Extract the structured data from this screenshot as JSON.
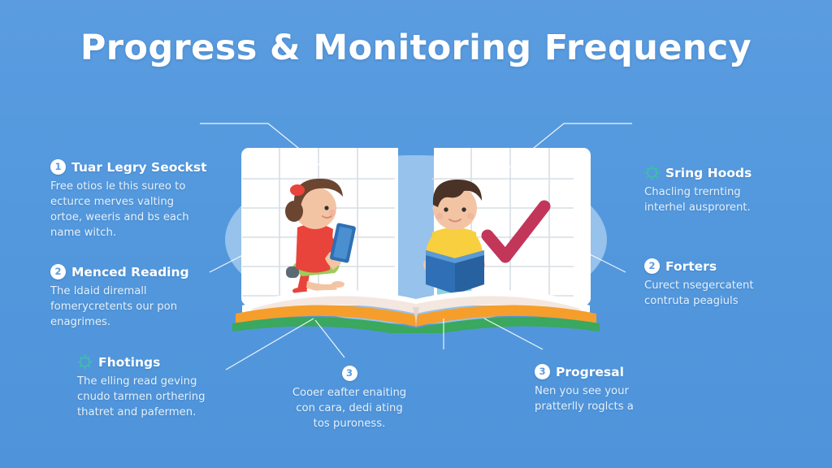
{
  "page": {
    "title": "Progress & Monitoring Frequency",
    "background_color": "#5599dd",
    "title_color": "#ffffff",
    "body_text_color": "#e4f0fb",
    "badge_color": "#ffffff",
    "badge_number_color": "#5b9ce0",
    "icon_accent_color": "#3fbfa8"
  },
  "blocks": {
    "left_1": {
      "badge": "1",
      "heading": "Tuar Legry Seockst",
      "lines": [
        "Free otios le this sureo to",
        "ecturce merves valting",
        "ortoe, weeris and bs each",
        "name witch."
      ]
    },
    "left_2": {
      "badge": "2",
      "heading": "Menced Reading",
      "lines": [
        "The ldaid diremall",
        "fomerycretents our pon",
        "enagrimes."
      ]
    },
    "left_3": {
      "icon": "gear-icon",
      "heading": "Fhotings",
      "lines": [
        "The elling read geving",
        "cnudo tarmen orthering",
        "thatret and pafermen."
      ]
    },
    "right_1": {
      "icon": "gear-icon",
      "heading": "Sring Hoods",
      "lines": [
        "Chacling trernting",
        "interhel ausprorent."
      ]
    },
    "right_2": {
      "badge": "2",
      "heading": "Forters",
      "lines": [
        "Curect nsegercatent",
        "contruta peagiuls"
      ]
    },
    "right_3": {
      "badge": "3",
      "heading": "Progresal",
      "lines": [
        "Nen you see your",
        "pratterlly roglcts a"
      ]
    },
    "bottom_center": {
      "badge": "3",
      "heading": "",
      "lines": [
        "Cooer eafter enaiting",
        "con cara, dedi ating",
        "tos puroness."
      ]
    }
  },
  "illustration": {
    "name": "open-book-with-two-reading-children",
    "book_cover_color": "#3aa85e",
    "page_edge_color": "#f59e2c",
    "page_color": "#ffffff",
    "grid_line_color": "#d7dde4",
    "checkmark_color": "#c2365a",
    "girl": {
      "shirt_color": "#e8443c",
      "shorts_color": "#9ecb5a",
      "hair_color": "#6b4530",
      "book_color": "#2f6fb5"
    },
    "boy": {
      "shirt_color": "#f7cf3f",
      "pants_color": "#8fd3dd",
      "hair_color": "#4a3326",
      "book_color": "#2f6fb5"
    },
    "backdrop_color": "#bcd9f2"
  }
}
